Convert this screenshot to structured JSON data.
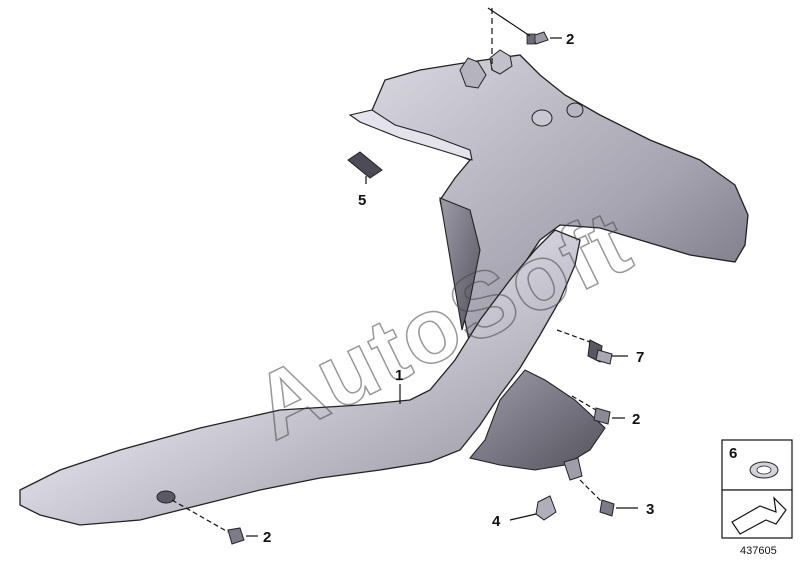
{
  "callouts": {
    "c1": "1",
    "c2a": "2",
    "c2b": "2",
    "c2c": "2",
    "c3": "3",
    "c4": "4",
    "c5": "5",
    "c6": "6",
    "c7": "7"
  },
  "watermark": "AutoSoft",
  "diagram_id": "437605",
  "colors": {
    "part_fill_light": "#e8e6ee",
    "part_fill_dark": "#7a7884",
    "part_fill_mid": "#b2b0bc",
    "line": "#111111"
  }
}
